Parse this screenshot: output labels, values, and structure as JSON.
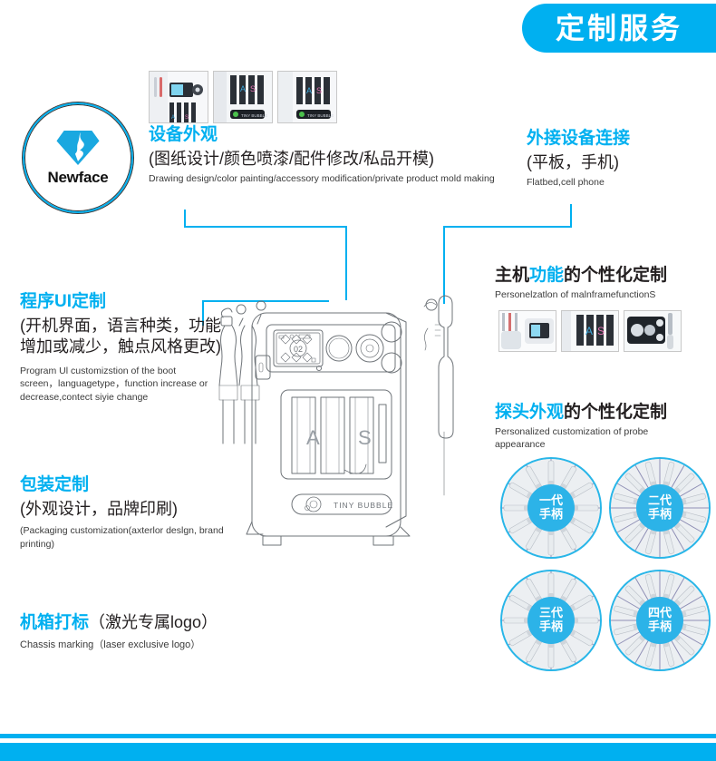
{
  "header": {
    "badge_label": "定制服务"
  },
  "logo": {
    "name": "Newface",
    "icon": "diamond-face-logo"
  },
  "sections": {
    "device_appearance": {
      "title_cn": "设备外观",
      "subtitle_cn": "(图纸设计/颜色喷漆/配件修改/私品开模)",
      "subtitle_en": "Drawing design/color painting/accessory modification/private product mold making"
    },
    "external_device": {
      "title_cn": "外接设备连接",
      "subtitle_cn": "(平板，手机)",
      "subtitle_en": "Flatbed,cell phone"
    },
    "program_ui": {
      "title_cn": "程序UI定制",
      "subtitle_cn_line1": "(开机界面，语言种类，功能",
      "subtitle_cn_line2": "增加或减少，触点风格更改)",
      "subtitle_en": "Program Ul customizstion of the boot screen，languagetype，function increase or decrease,contect siyie change"
    },
    "packaging": {
      "title_cn": "包装定制",
      "subtitle_cn": "(外观设计，品牌印刷)",
      "subtitle_en": "(Packaging customization(axterlor deslgn, brand printing)"
    },
    "chassis_marking": {
      "title_cn": "机箱打标",
      "title_cn_paren": "（激光专属logo）",
      "subtitle_en": "Chassis marking（laser exclusive logo）"
    },
    "mainframe_function": {
      "title_cn_part1": "主机",
      "title_cn_highlight": "功能",
      "title_cn_part2": "的个性化定制",
      "subtitle_en": "Personelzatlon of malnframefunctionS"
    },
    "probe_appearance": {
      "title_cn_highlight": "探头外观",
      "title_cn_rest": "的个性化定制",
      "subtitle_en": "Personalized customization of probe appearance"
    }
  },
  "probes": [
    {
      "label_line1": "一代",
      "label_line2": "手柄"
    },
    {
      "label_line1": "二代",
      "label_line2": "手柄"
    },
    {
      "label_line1": "三代",
      "label_line2": "手柄"
    },
    {
      "label_line1": "四代",
      "label_line2": "手柄"
    }
  ],
  "machine": {
    "brand_label": "TINY BUBBLE",
    "screen_value": "02"
  },
  "colors": {
    "brand_blue": "#00b0f0",
    "probe_blue": "#2cb3e8",
    "text_dark": "#231f20"
  }
}
